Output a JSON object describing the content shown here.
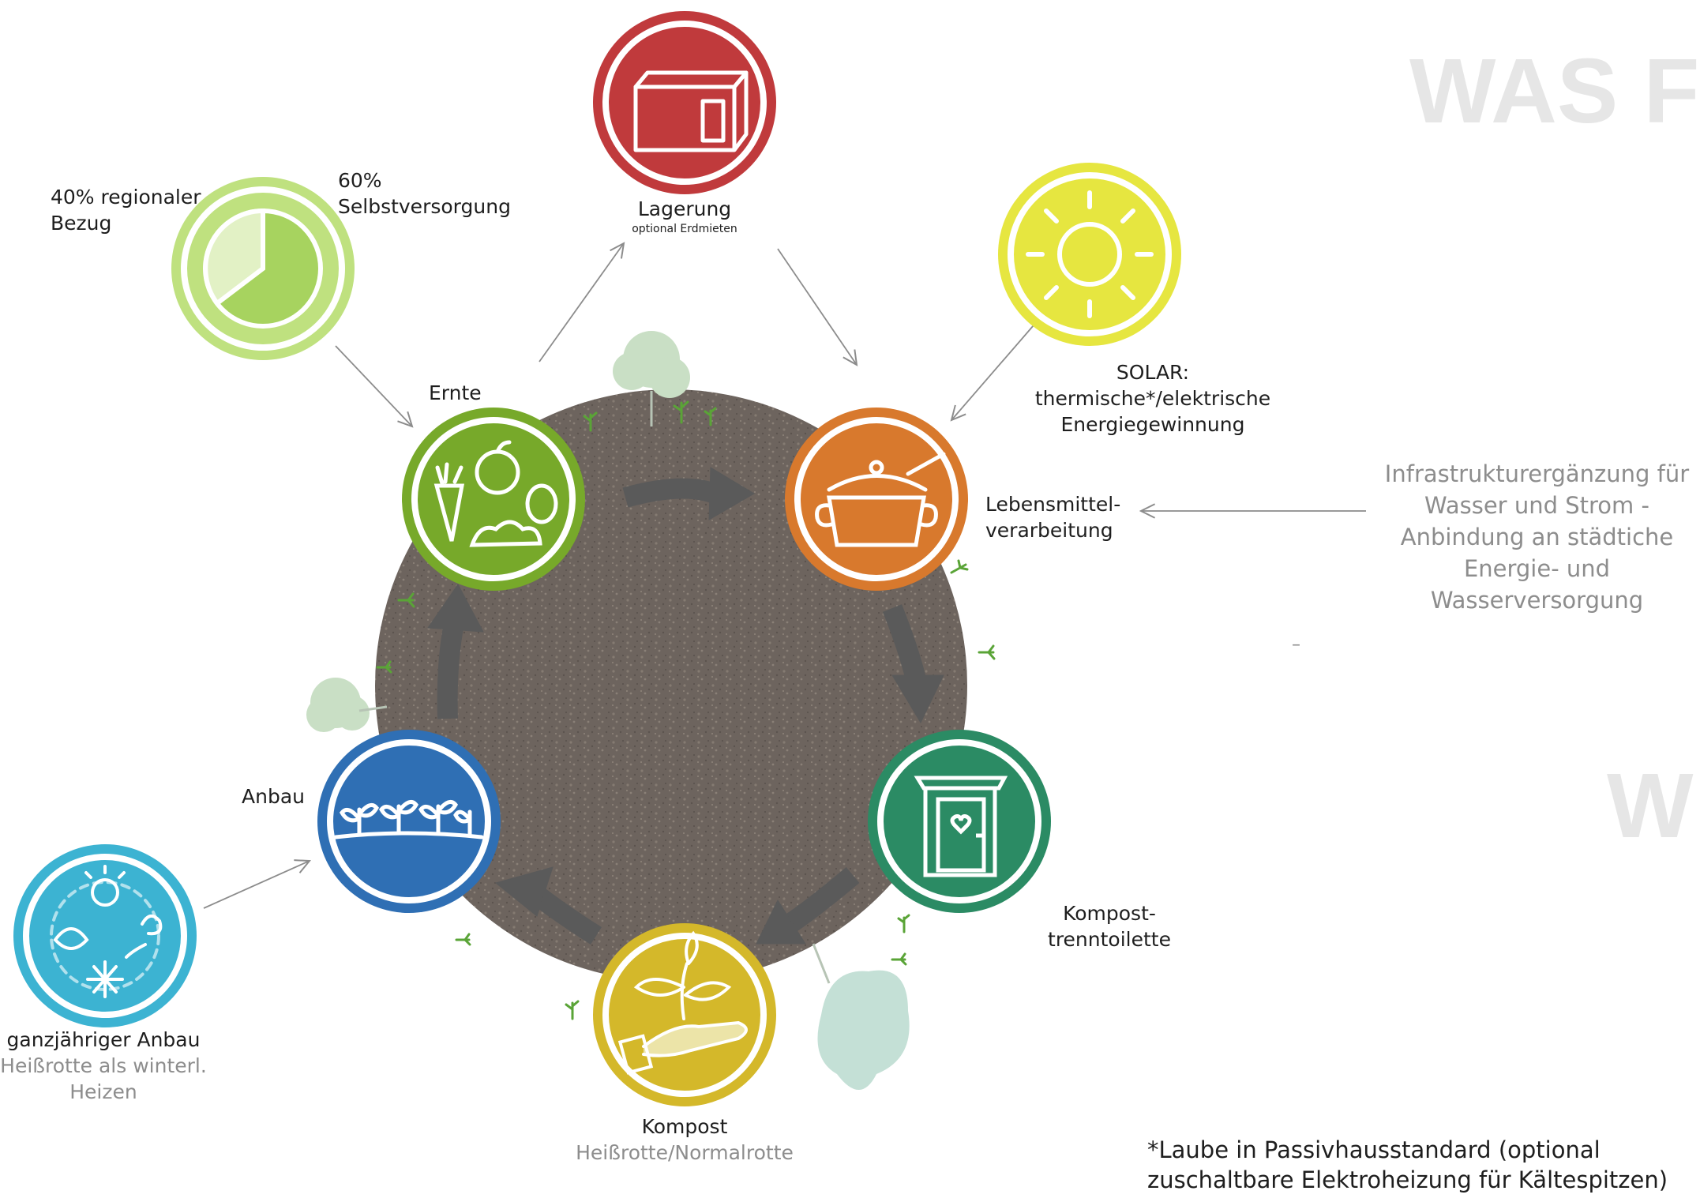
{
  "watermarks": {
    "top": "WAS F",
    "mid": "W"
  },
  "colors": {
    "harvest": "#77a92a",
    "processing": "#d8792d",
    "toilet": "#2b8b64",
    "compost": "#d4b82a",
    "cultivation": "#2f6fb4",
    "storage": "#c03a3c",
    "solar": "#e6e640",
    "selfsupply": "#b9de7a",
    "yearround": "#3cb3d2",
    "soil": "#6e6660",
    "arrow": "#585858",
    "tree": "#c8dcc6"
  },
  "nodes": {
    "storage": {
      "title": "Lagerung",
      "subtitle": "optional Erdmieten",
      "icon": "box-icon"
    },
    "solar": {
      "line1": "SOLAR:",
      "line2": "thermische*/elektrische",
      "line3": "Energiegewinnung",
      "icon": "sun-icon"
    },
    "selfsupply": {
      "left1": "40% regionaler",
      "left2": "Bezug",
      "right1": "60%",
      "right2": "Selbstversorgung",
      "icon": "pie-icon"
    },
    "harvest": {
      "title": "Ernte",
      "icon": "vegetables-icon"
    },
    "processing": {
      "line1": "Lebensmittel-",
      "line2": "verarbeitung",
      "icon": "pot-icon"
    },
    "toilet": {
      "line1": "Kompost-",
      "line2": "trenntoilette",
      "icon": "outhouse-icon"
    },
    "compost": {
      "title": "Kompost",
      "subtitle": "Heißrotte/Normalrotte",
      "icon": "seedling-hand-icon"
    },
    "cultivation": {
      "title": "Anbau",
      "icon": "sprouts-icon"
    },
    "yearround": {
      "title": "ganzjähriger Anbau",
      "sub1": "Heißrotte als winterl.",
      "sub2": "Heizen",
      "icon": "seasons-icon"
    }
  },
  "infrastructure": {
    "line1": "Infrastrukturergänzung für",
    "line2": "Wasser und Strom -",
    "line3": "Anbindung an städtiche",
    "line4": "Energie- und",
    "line5": "Wasserversorgung",
    "dash": "–"
  },
  "footnote": {
    "line1": "*Laube in Passivhausstandard (optional",
    "line2": "zuschaltbare Elektroheizung für Kältespitzen)"
  }
}
